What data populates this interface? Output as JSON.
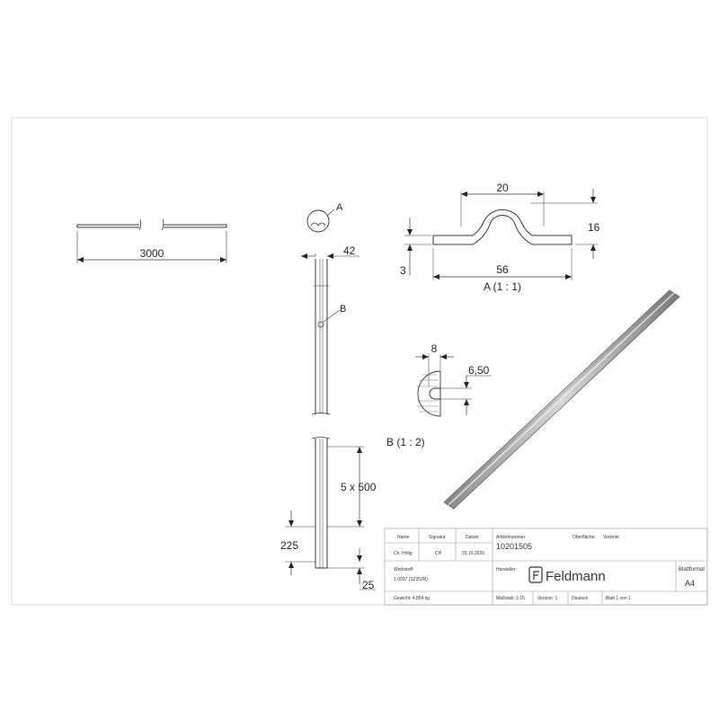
{
  "dimensions": {
    "length": "3000",
    "width": "42",
    "bump_width": "20",
    "height": "16",
    "thickness": "3",
    "base_width": "56",
    "hole_pitch": "5 x 500",
    "first_hole": "225",
    "end_offset": "25",
    "hole_length": "8",
    "hole_dia": "6,50"
  },
  "callouts": {
    "a": "A",
    "b": "B",
    "view_a": "A (1 : 1)",
    "view_b": "B (1 : 2)"
  },
  "title_block": {
    "h_name": "Name",
    "h_signature": "Signatur",
    "h_date": "Datum",
    "h_article": "Artikelnummer",
    "h_surface": "Oberfläche:",
    "surface": "Verzinkt",
    "name": "Ch. Hölig",
    "signature": "CH",
    "date": "20.10.2020",
    "article": "10201505",
    "h_material": "Werkstoff:",
    "material": "1.0037 (S235JR)",
    "h_maker": "Hersteller:",
    "logo": "Feldmann",
    "h_sheetsize": "Blattformat",
    "sheetsize": "A4",
    "weight": "Gewicht: 4,854 kg",
    "scale": "Maßstab: 1:15",
    "version": "Version: 1",
    "language": "Deutsch",
    "sheet": "Blatt 1 von 1"
  }
}
